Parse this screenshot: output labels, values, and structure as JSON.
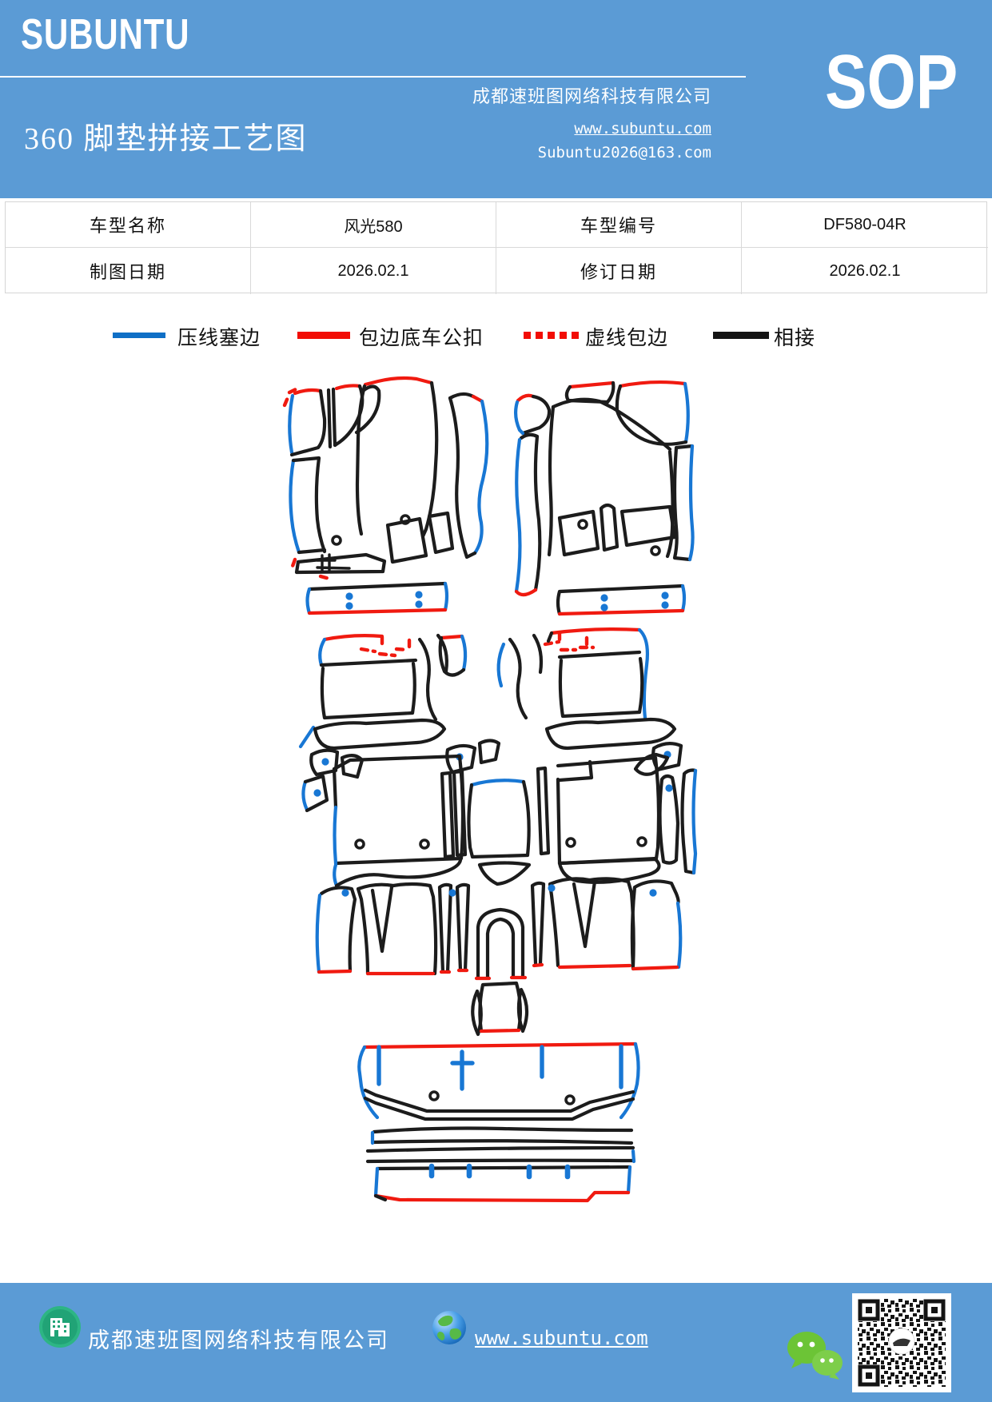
{
  "colors": {
    "header_bg": "#5b9bd5",
    "line_blue": "#1877d4",
    "line_red": "#f01a10",
    "line_black": "#1c1c1c",
    "legend_blue": "#0f6fc6"
  },
  "header": {
    "logo": "SUBUNTU",
    "title": "360 脚垫拼接工艺图",
    "company": "成都速班图网络科技有限公司",
    "website": "www.subuntu.com",
    "email": "Subuntu2026@163.com",
    "doc_type": "SOP"
  },
  "info_table": {
    "rows": [
      [
        "车型名称",
        "风光580",
        "车型编号",
        "DF580-04R"
      ],
      [
        "制图日期",
        "2026.02.1",
        "修订日期",
        "2026.02.1"
      ]
    ]
  },
  "legend": {
    "items": [
      {
        "label": "压线塞边",
        "color": "#0f6fc6",
        "style": "solid"
      },
      {
        "label": "包边底车公扣",
        "color": "#f20d05",
        "style": "solid"
      },
      {
        "label": "虚线包边",
        "color": "#f20d05",
        "style": "dashed"
      },
      {
        "label": "相接",
        "color": "#141414",
        "style": "solid"
      }
    ]
  },
  "footer": {
    "company": "成都速班图网络科技有限公司",
    "website": "www.subuntu.com"
  }
}
